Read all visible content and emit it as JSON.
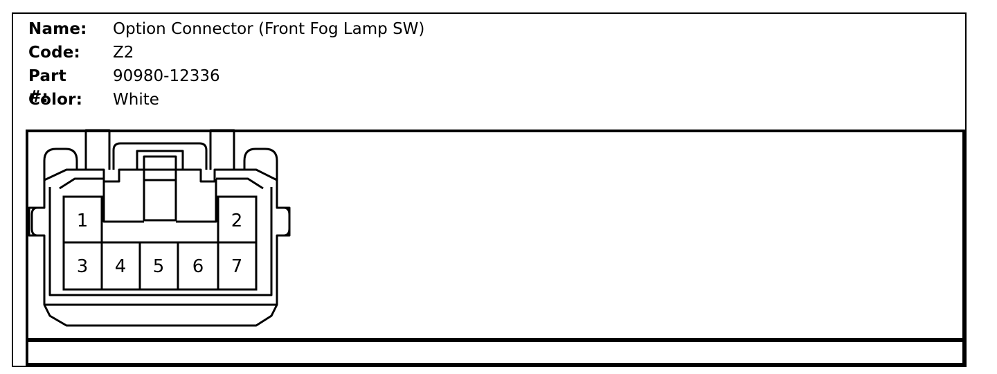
{
  "connector": {
    "fields": [
      {
        "label": "Name:",
        "value": "Option Connector (Front Fog Lamp SW)"
      },
      {
        "label": "Code:",
        "value": "Z2"
      },
      {
        "label": "Part #:",
        "value": "90980-12336"
      },
      {
        "label": "Color:",
        "value": "White"
      }
    ],
    "pins": [
      "1",
      "2",
      "3",
      "4",
      "5",
      "6",
      "7"
    ]
  }
}
